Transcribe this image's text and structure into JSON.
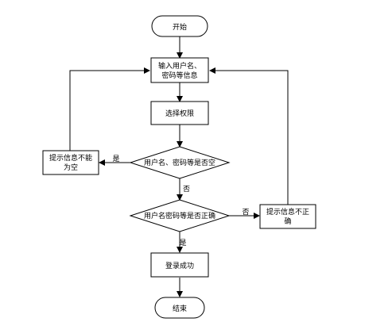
{
  "flowchart": {
    "start": "开始",
    "input": [
      "输入用户名、",
      "密码等信息"
    ],
    "select_permission": "选择权限",
    "empty_check": "用户名、密码等是否空",
    "empty_msg": [
      "提示信息不能",
      "为空"
    ],
    "correct_check": "用户名密码等是否正确",
    "incorrect_msg": [
      "提示信息不正",
      "确"
    ],
    "login_success": "登录成功",
    "end": "结束",
    "yes": "是",
    "no": "否"
  }
}
